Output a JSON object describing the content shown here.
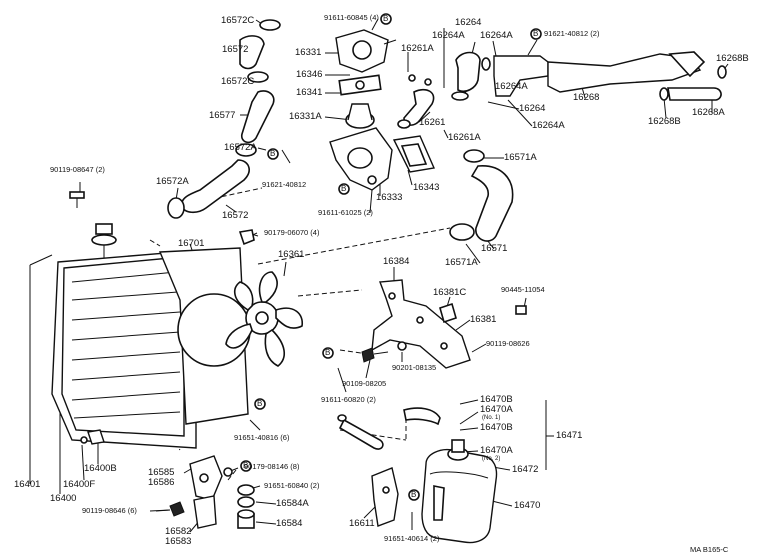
{
  "callouts": {
    "c16572C_top": "16572C",
    "c16572_top": "16572",
    "c16572C_mid": "16572C",
    "c16577": "16577",
    "c16572A_mid": "16572A",
    "c16572A_left": "16572A",
    "c16572_bot": "16572",
    "c90119_08647": "90119-08647 (2)",
    "c16331": "16331",
    "c16346": "16346",
    "c16341": "16341",
    "c16331A": "16331A",
    "c16333": "16333",
    "c16343": "16343",
    "c16261A_top": "16261A",
    "c16261": "16261",
    "c16261A_bot": "16261A",
    "c91611_60845": "91611-60845 (4)",
    "c91621_40812_mid": "91621-40812",
    "c91611_61025": "91611-61025 (2)",
    "c16264_top": "16264",
    "c16264A_1": "16264A",
    "c16264A_2": "16264A",
    "c16264A_3": "16264A",
    "c16264_mid": "16264",
    "c16264A_4": "16264A",
    "c91621_40812_top": "91621-40812 (2)",
    "c16268": "16268",
    "c16268B_top": "16268B",
    "c16268B_bot": "16268B",
    "c16268A": "16268A",
    "c16571A_top": "16571A",
    "c16571": "16571",
    "c16571A_bot": "16571A",
    "c16701": "16701",
    "c16361": "16361",
    "c90179_06070": "90179-06070 (4)",
    "c16384": "16384",
    "c16381C": "16381C",
    "c16381": "16381",
    "c90445_11054": "90445-11054",
    "c90119_08626": "90119-08626",
    "c90201_08135": "90201-08135",
    "c90109_08205": "90109-08205",
    "c91611_60820": "91611-60820 (2)",
    "c91651_40816": "91651-40816 (6)",
    "c16401": "16401",
    "c16400": "16400",
    "c16400F": "16400F",
    "c16400B": "16400B",
    "c90119_08646": "90119-08646 (6)",
    "c16585": "16585",
    "c16586": "16586",
    "c90179_08146": "90179-08146 (8)",
    "c91651_60840": "91651-60840 (2)",
    "c16584A": "16584A",
    "c16584": "16584",
    "c16582": "16582",
    "c16583": "16583",
    "c16611": "16611",
    "c91651_40614": "91651-40614 (2)",
    "c16470B_top": "16470B",
    "c16470A_top": "16470A",
    "c16470A_top_note": "(No. 1)",
    "c16470B_mid": "16470B",
    "c16471": "16471",
    "c16470A_bot": "16470A",
    "c16470A_bot_note": "(No. 2)",
    "c16472": "16472",
    "c16470": "16470",
    "b_marker": "B",
    "catalog_code": "MA  B165-C"
  }
}
